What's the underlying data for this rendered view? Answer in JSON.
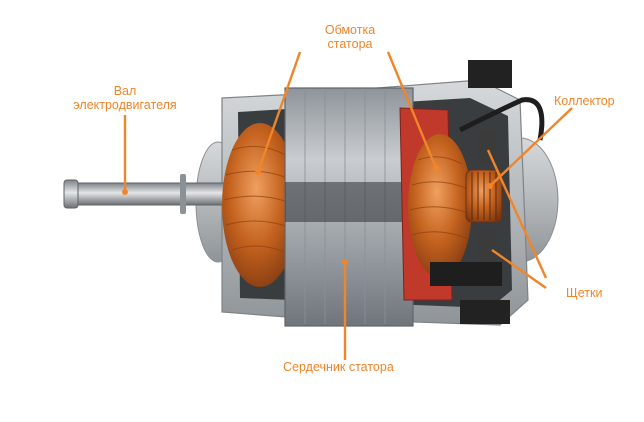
{
  "labels": {
    "stator_winding_line1": "Обмотка",
    "stator_winding_line2": "статора",
    "shaft_line1": "Вал",
    "shaft_line2": "электродвигателя",
    "commutator": "Коллектор",
    "brushes": "Щетки",
    "stator_core": "Сердечник статора"
  },
  "colors": {
    "label": "#F0852A",
    "copper": "#C4621E",
    "steel": "#A9AEB3",
    "housing": "#BFC3C6",
    "red_holder": "#C0392B",
    "dark": "#2B2B2B"
  }
}
